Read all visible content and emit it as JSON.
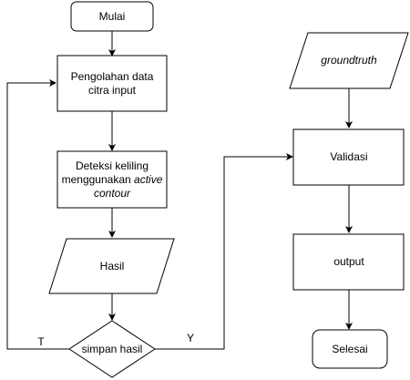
{
  "diagram": {
    "nodes": {
      "start": {
        "text": "Mulai"
      },
      "process_input": {
        "line1": "Pengolahan data",
        "line2": "citra input"
      },
      "detect": {
        "line1": "Deteksi keliling",
        "line2_normal": "menggunakan ",
        "line2_italic": "active",
        "line3_italic": "contour"
      },
      "result": {
        "text": "Hasil"
      },
      "decision": {
        "text": "simpan hasil"
      },
      "groundtruth": {
        "text": "groundtruth"
      },
      "validate": {
        "text": "Validasi"
      },
      "output": {
        "text": "output"
      },
      "end": {
        "text": "Selesai"
      }
    },
    "edge_labels": {
      "no": "T",
      "yes": "Y"
    }
  }
}
